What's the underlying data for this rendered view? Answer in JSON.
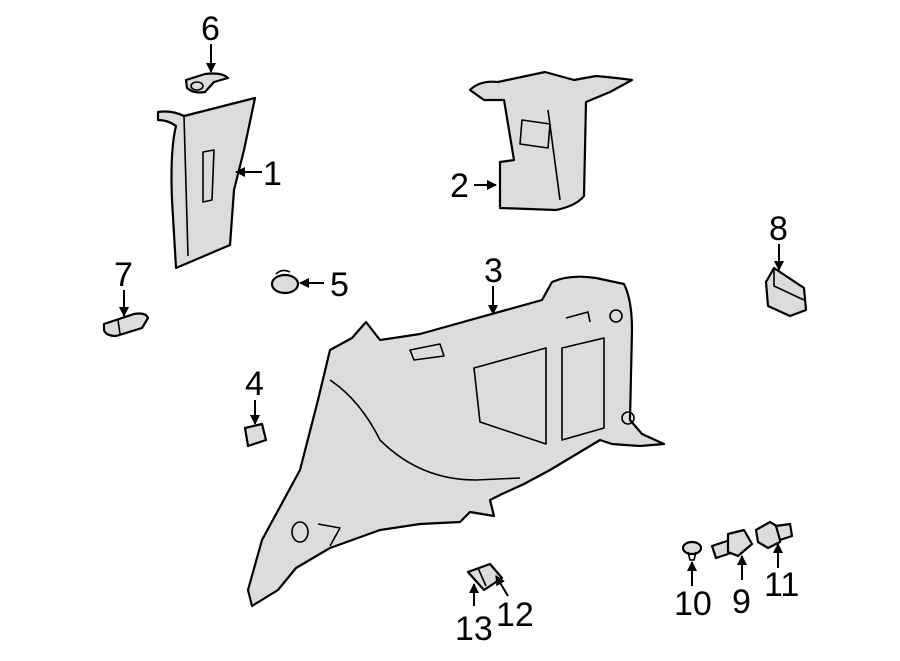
{
  "diagram": {
    "callouts": [
      {
        "id": "1",
        "label": "1"
      },
      {
        "id": "2",
        "label": "2"
      },
      {
        "id": "3",
        "label": "3"
      },
      {
        "id": "4",
        "label": "4"
      },
      {
        "id": "5",
        "label": "5"
      },
      {
        "id": "6",
        "label": "6"
      },
      {
        "id": "7",
        "label": "7"
      },
      {
        "id": "8",
        "label": "8"
      },
      {
        "id": "9",
        "label": "9"
      },
      {
        "id": "10",
        "label": "10"
      },
      {
        "id": "11",
        "label": "11"
      },
      {
        "id": "12",
        "label": "12"
      },
      {
        "id": "13",
        "label": "13"
      }
    ],
    "colors": {
      "part_fill": "#dcdcdc",
      "outline": "#000000",
      "background": "#ffffff"
    }
  }
}
